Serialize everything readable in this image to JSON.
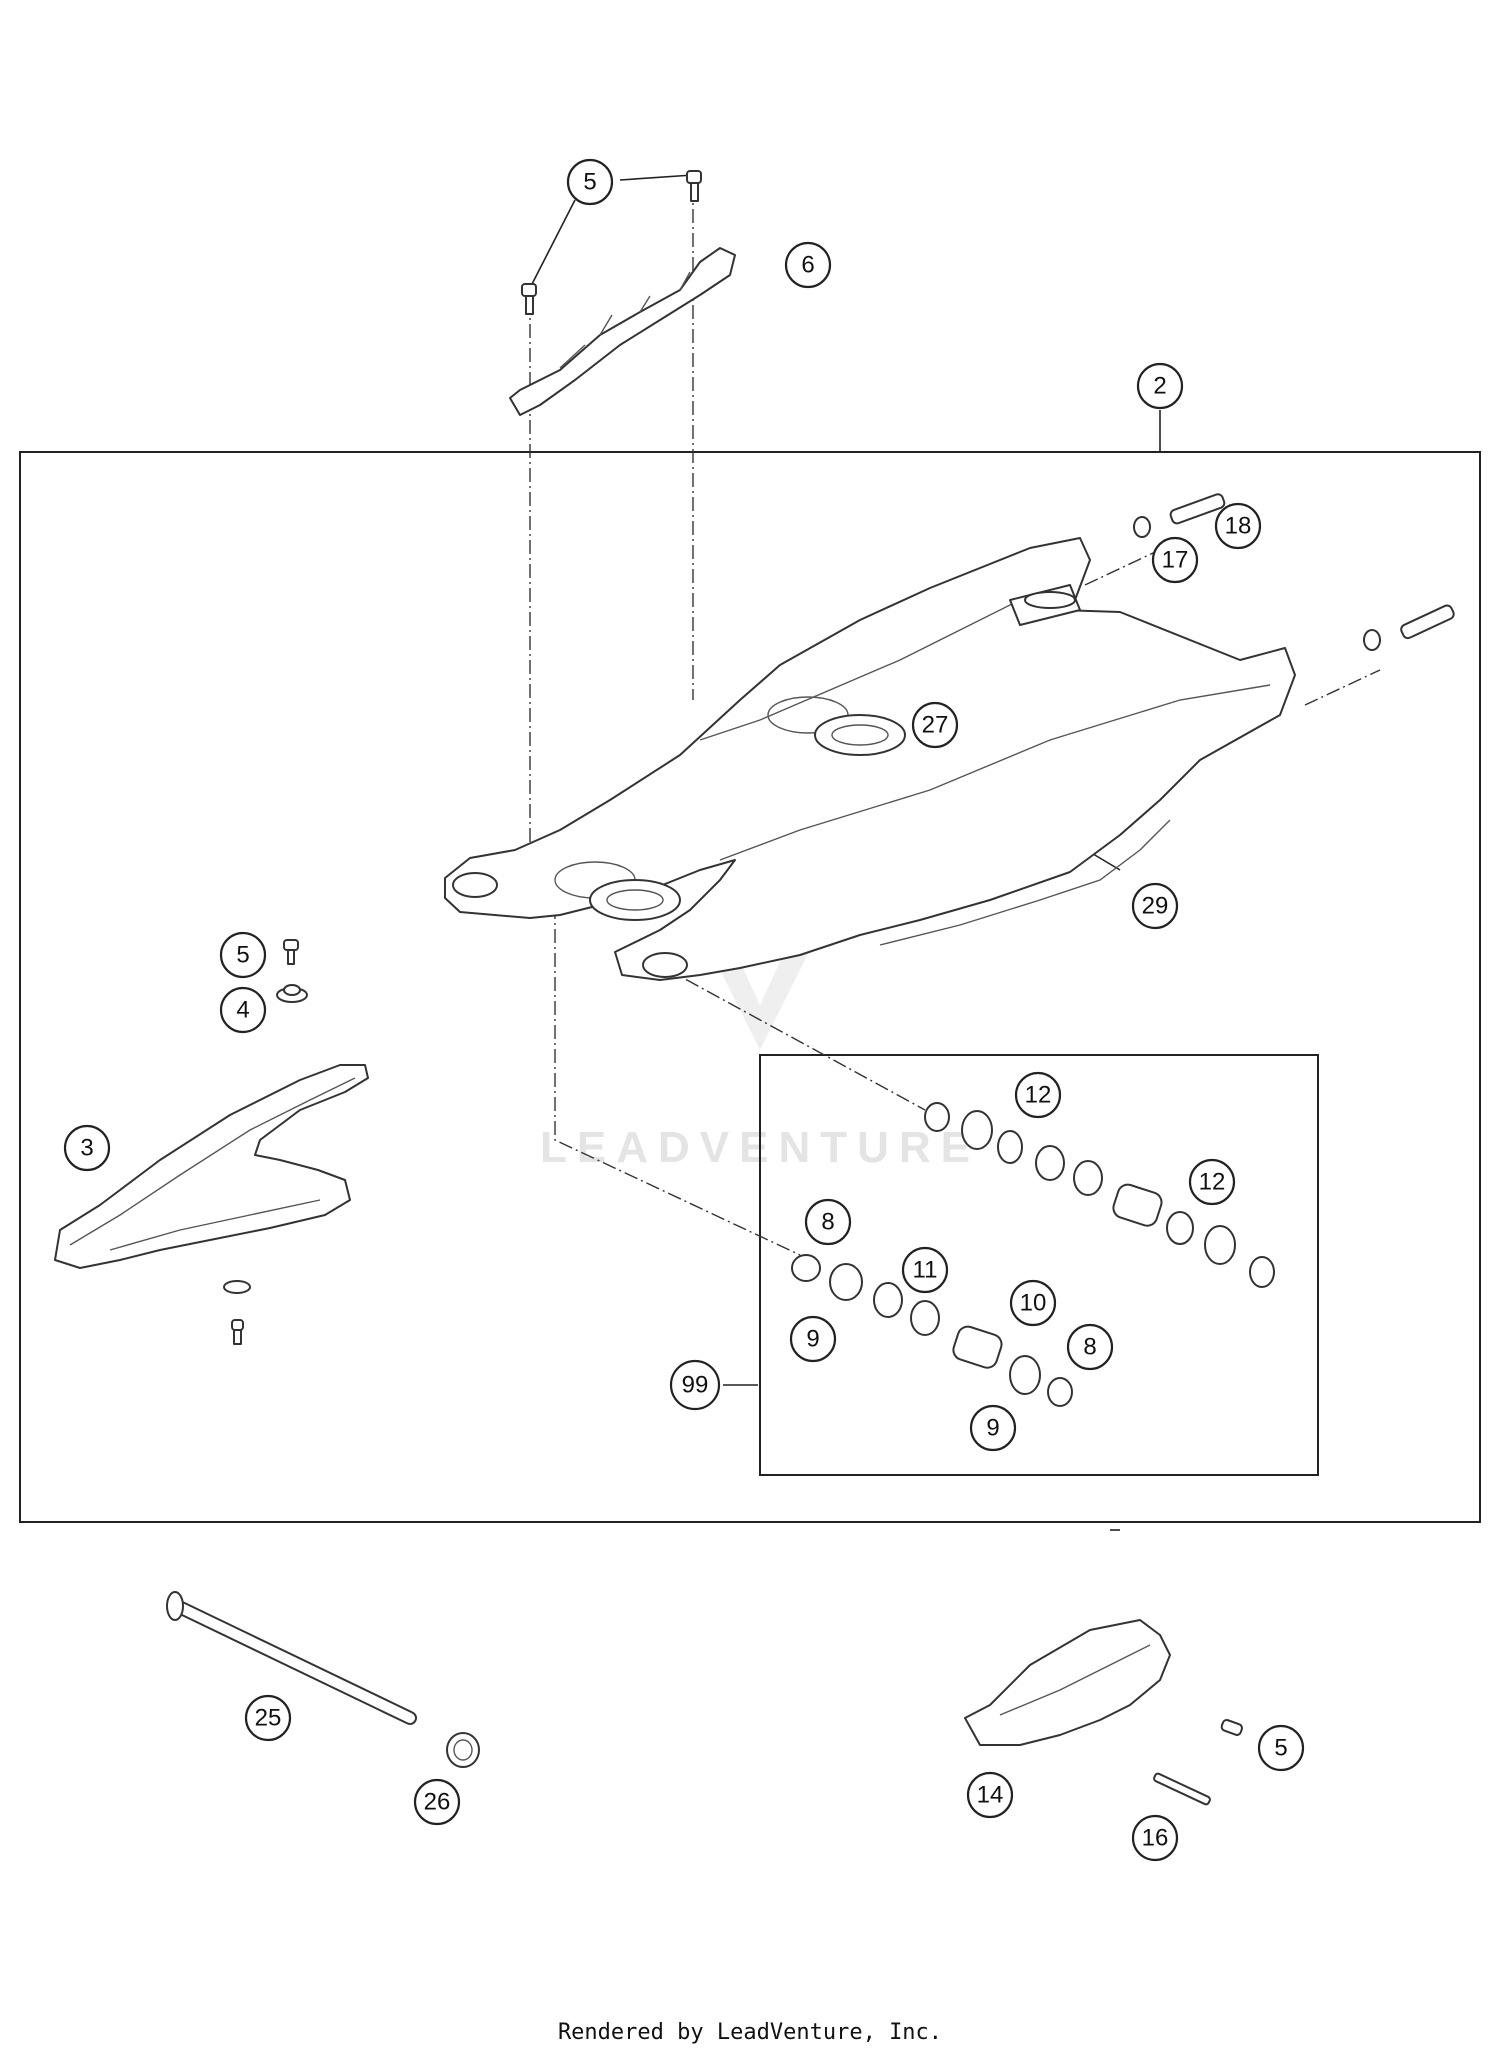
{
  "callouts": [
    "5",
    "6",
    "2",
    "18",
    "17",
    "27",
    "29",
    "5",
    "4",
    "3",
    "12",
    "12",
    "8",
    "11",
    "10",
    "9",
    "8",
    "9",
    "99",
    "25",
    "26",
    "5",
    "14",
    "16"
  ],
  "watermark": "LEADVENTURE",
  "footer": "Rendered by LeadVenture, Inc."
}
